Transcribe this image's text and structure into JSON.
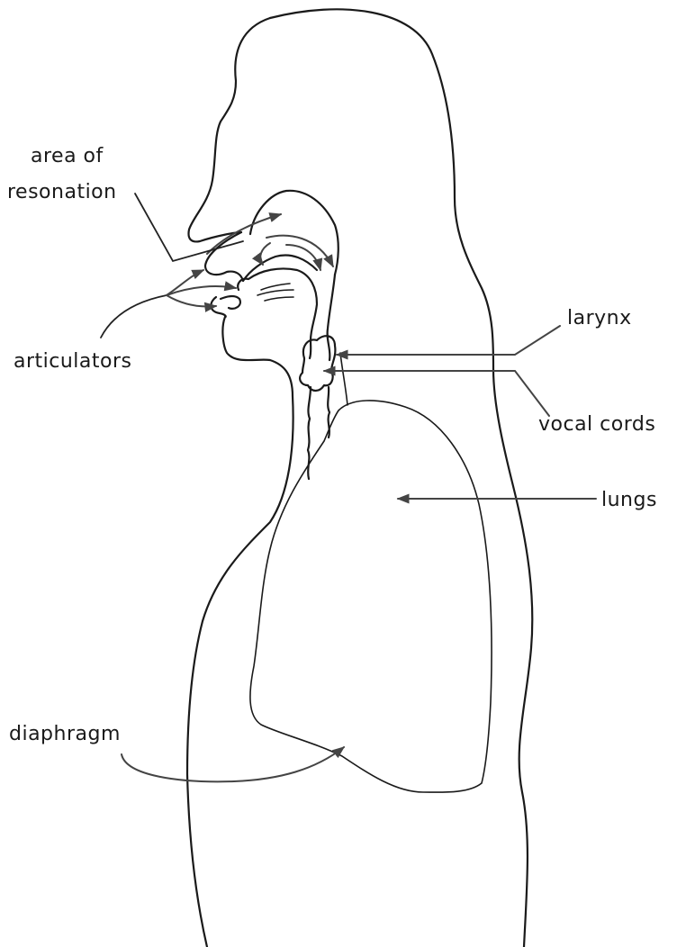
{
  "labels": {
    "area_of_resonation_line1": "area of",
    "area_of_resonation_line2": "resonation",
    "articulators": "articulators",
    "larynx": "larynx",
    "vocal_cords": "vocal cords",
    "lungs": "lungs",
    "diaphragm": "diaphragm"
  },
  "colors": {
    "ink": "#1a1a1a",
    "arrow": "#444444",
    "background": "#ffffff"
  }
}
